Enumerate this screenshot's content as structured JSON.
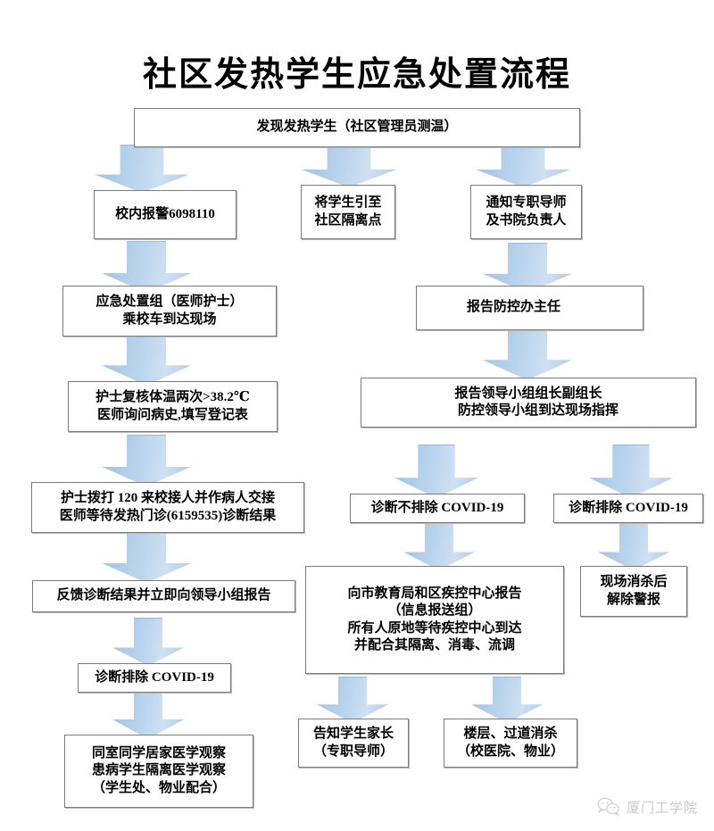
{
  "page": {
    "title": "社区发热学生应急处置流程",
    "accent_arrow_color": "#b7d2ec",
    "box_border_color": "#7b7b7b",
    "background": "#ffffff"
  },
  "watermark": {
    "icon": "wechat-icon",
    "label": "厦门工学院"
  },
  "nodes": {
    "start": {
      "lines": [
        "发现发热学生（社区管理员测温）"
      ]
    },
    "alarm": {
      "lines": [
        "校内报警6098110"
      ]
    },
    "guide_student": {
      "lines": [
        "将学生引至",
        "社区隔离点"
      ]
    },
    "notify_tutor": {
      "lines": [
        "通知专职导师",
        "及书院负责人"
      ]
    },
    "emergency_team": {
      "lines": [
        "应急处置组（医师护士）",
        "乘校车到达现场"
      ]
    },
    "report_office": {
      "lines": [
        "报告防控办主任"
      ]
    },
    "recheck_temp": {
      "lines": [
        "护士复核体温两次>38.2℃",
        "医师询问病史,填写登记表"
      ]
    },
    "report_leaders": {
      "lines": [
        "报告领导小组组长副组长",
        "防控领导小组到达现场指挥"
      ]
    },
    "call_120": {
      "lines": [
        "护士拨打 120 来校接人并作病人交接",
        "医师等待发热门诊(6159535)诊断结果"
      ]
    },
    "dx_not_excluded": {
      "lines": [
        "诊断不排除 COVID-19"
      ]
    },
    "dx_excluded_right": {
      "lines": [
        "诊断排除 COVID-19"
      ]
    },
    "feedback": {
      "lines": [
        "反馈诊断结果并立即向领导小组报告"
      ]
    },
    "report_bureau": {
      "lines": [
        "向市教育局和区疾控中心报告",
        "（信息报送组）",
        "所有人原地等待疾控中心到达",
        "并配合其隔离、消毒、流调"
      ]
    },
    "disinfect_clear": {
      "lines": [
        "现场消杀后",
        "解除警报"
      ]
    },
    "dx_excluded_left": {
      "lines": [
        "诊断排除 COVID-19"
      ]
    },
    "inform_parents": {
      "lines": [
        "告知学生家长",
        "（专职导师）"
      ]
    },
    "floor_disinfect": {
      "lines": [
        "楼层、过道消杀",
        "（校医院、物业）"
      ]
    },
    "home_observation": {
      "lines": [
        "同室同学居家医学观察",
        "患病学生隔离医学观察",
        "（学生处、物业配合）"
      ]
    }
  },
  "edges": [
    {
      "name": "start-to-alarm"
    },
    {
      "name": "start-to-guide-student"
    },
    {
      "name": "start-to-notify-tutor"
    },
    {
      "name": "alarm-to-emergency-team"
    },
    {
      "name": "notify-tutor-to-report-office"
    },
    {
      "name": "emergency-team-to-recheck-temp"
    },
    {
      "name": "report-office-to-report-leaders"
    },
    {
      "name": "recheck-temp-to-call-120"
    },
    {
      "name": "report-leaders-to-dx-not-excluded"
    },
    {
      "name": "report-leaders-to-dx-excluded-right"
    },
    {
      "name": "call-120-to-feedback"
    },
    {
      "name": "dx-not-excluded-to-report-bureau"
    },
    {
      "name": "dx-excluded-right-to-disinfect-clear"
    },
    {
      "name": "feedback-to-dx-excluded-left"
    },
    {
      "name": "report-bureau-to-inform-parents"
    },
    {
      "name": "report-bureau-to-floor-disinfect"
    },
    {
      "name": "dx-excluded-left-to-home-observation"
    }
  ]
}
